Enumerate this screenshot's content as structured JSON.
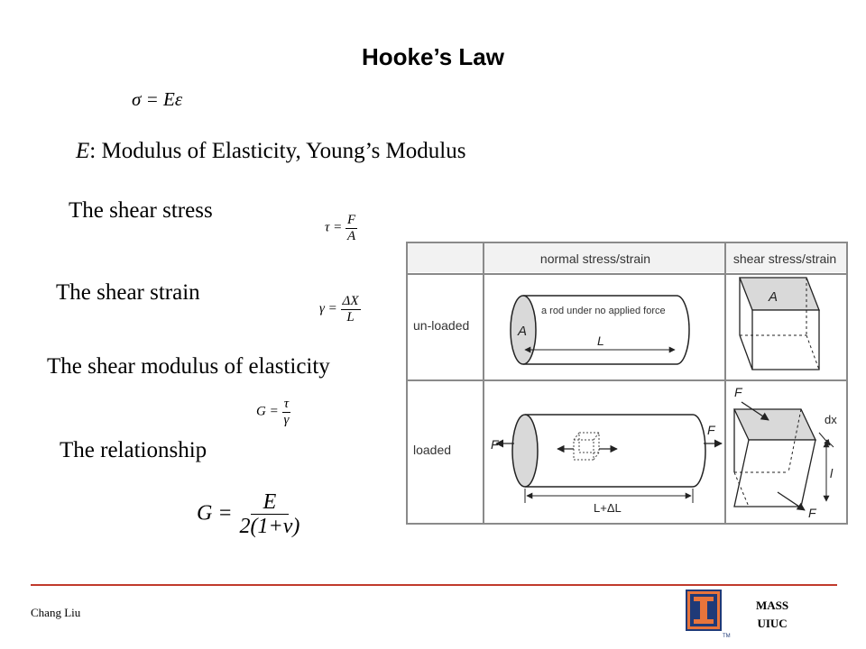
{
  "slide": {
    "title": "Hooke’s Law",
    "formula_hooke": "σ = Eε",
    "modulus_line": {
      "symbol": "E",
      "text": ": Modulus of Elasticity, Young’s Modulus"
    },
    "shear_stress": {
      "label": "The shear stress",
      "lhs": "τ =",
      "num": "F",
      "den": "A"
    },
    "shear_strain": {
      "label": "The shear strain",
      "lhs": "γ =",
      "num": "ΔX",
      "den": "L"
    },
    "shear_modulus": {
      "label": "The shear modulus of elasticity",
      "lhs": "G =",
      "num": "τ",
      "den": "γ"
    },
    "relationship": {
      "label": "The relationship",
      "lhs": "G =",
      "num": "E",
      "den": "2(1+ν)"
    }
  },
  "diagram": {
    "col_normal": "normal stress/strain",
    "col_shear": "shear stress/strain",
    "row_unloaded": "un-loaded",
    "row_loaded": "loaded",
    "rod_caption": "a rod under no applied force",
    "label_A": "A",
    "label_L": "L",
    "label_F": "F",
    "label_LdL": "L+ΔL",
    "label_dx": "dx",
    "label_l": "l"
  },
  "footer": {
    "author": "Chang Liu",
    "org_line1": "MASS",
    "org_line2": "UIUC",
    "logo_tm": "TM"
  },
  "colors": {
    "footer_rule": "#c0392b",
    "logo_blue": "#1f3a78",
    "logo_orange": "#e8743b",
    "diagram_fill": "#d9d9d9",
    "diagram_header": "#f2f2f2",
    "diagram_border": "#8a8a8a"
  }
}
